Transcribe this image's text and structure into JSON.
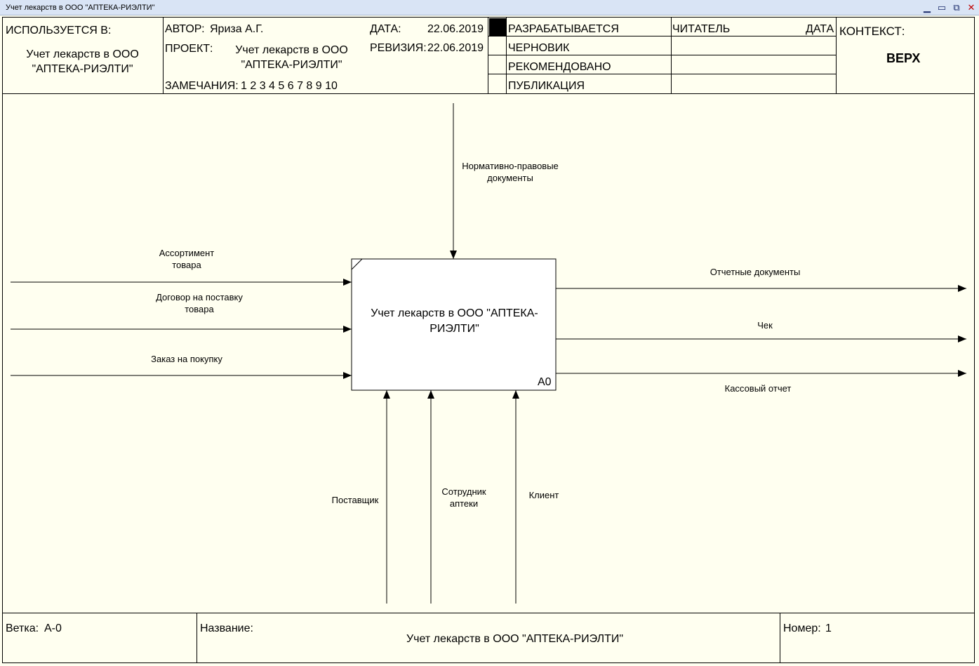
{
  "window": {
    "title": "Учет лекарств в ООО \"АПТЕКА-РИЭЛТИ\""
  },
  "header": {
    "used_in_label": "ИСПОЛЬЗУЕТСЯ В:",
    "used_in_value": "Учет лекарств в ООО \"АПТЕКА-РИЭЛТИ\"",
    "author_label": "АВТОР:",
    "author_value": "Яриза А.Г.",
    "project_label": "ПРОЕКТ:",
    "project_value": "Учет лекарств в ООО \"АПТЕКА-РИЭЛТИ\"",
    "notes_label": "ЗАМЕЧАНИЯ:",
    "notes_value": "1 2 3 4 5 6 7 8 9 10",
    "date_label": "ДАТА:",
    "date_value": "22.06.2019",
    "revision_label": "РЕВИЗИЯ:",
    "revision_value": "22.06.2019",
    "status": [
      "РАЗРАБАТЫВАЕТСЯ",
      "ЧЕРНОВИК",
      "РЕКОМЕНДОВАНО",
      "ПУБЛИКАЦИЯ"
    ],
    "reader_label": "ЧИТАТЕЛЬ",
    "reader_date_label": "ДАТА",
    "context_label": "КОНТЕКСТ:",
    "context_value": "ВЕРХ"
  },
  "diagram": {
    "activity": {
      "name": "Учет лекарств в ООО \"АПТЕКА-РИЭЛТИ\"",
      "code": "A0"
    },
    "controls": [
      "Нормативно-правовые документы"
    ],
    "inputs": [
      "Ассортимент товара",
      "Договор на поставку товара",
      "Заказ на покупку"
    ],
    "outputs": [
      "Отчетные документы",
      "Чек",
      "Кассовый отчет"
    ],
    "mechanisms": [
      "Поставщик",
      "Сотрудник аптеки",
      "Клиент"
    ]
  },
  "footer": {
    "node_label": "Ветка:",
    "node_value": "А-0",
    "title_label": "Название:",
    "title_value": "Учет лекарств в ООО \"АПТЕКА-РИЭЛТИ\"",
    "number_label": "Номер:",
    "number_value": "1"
  }
}
